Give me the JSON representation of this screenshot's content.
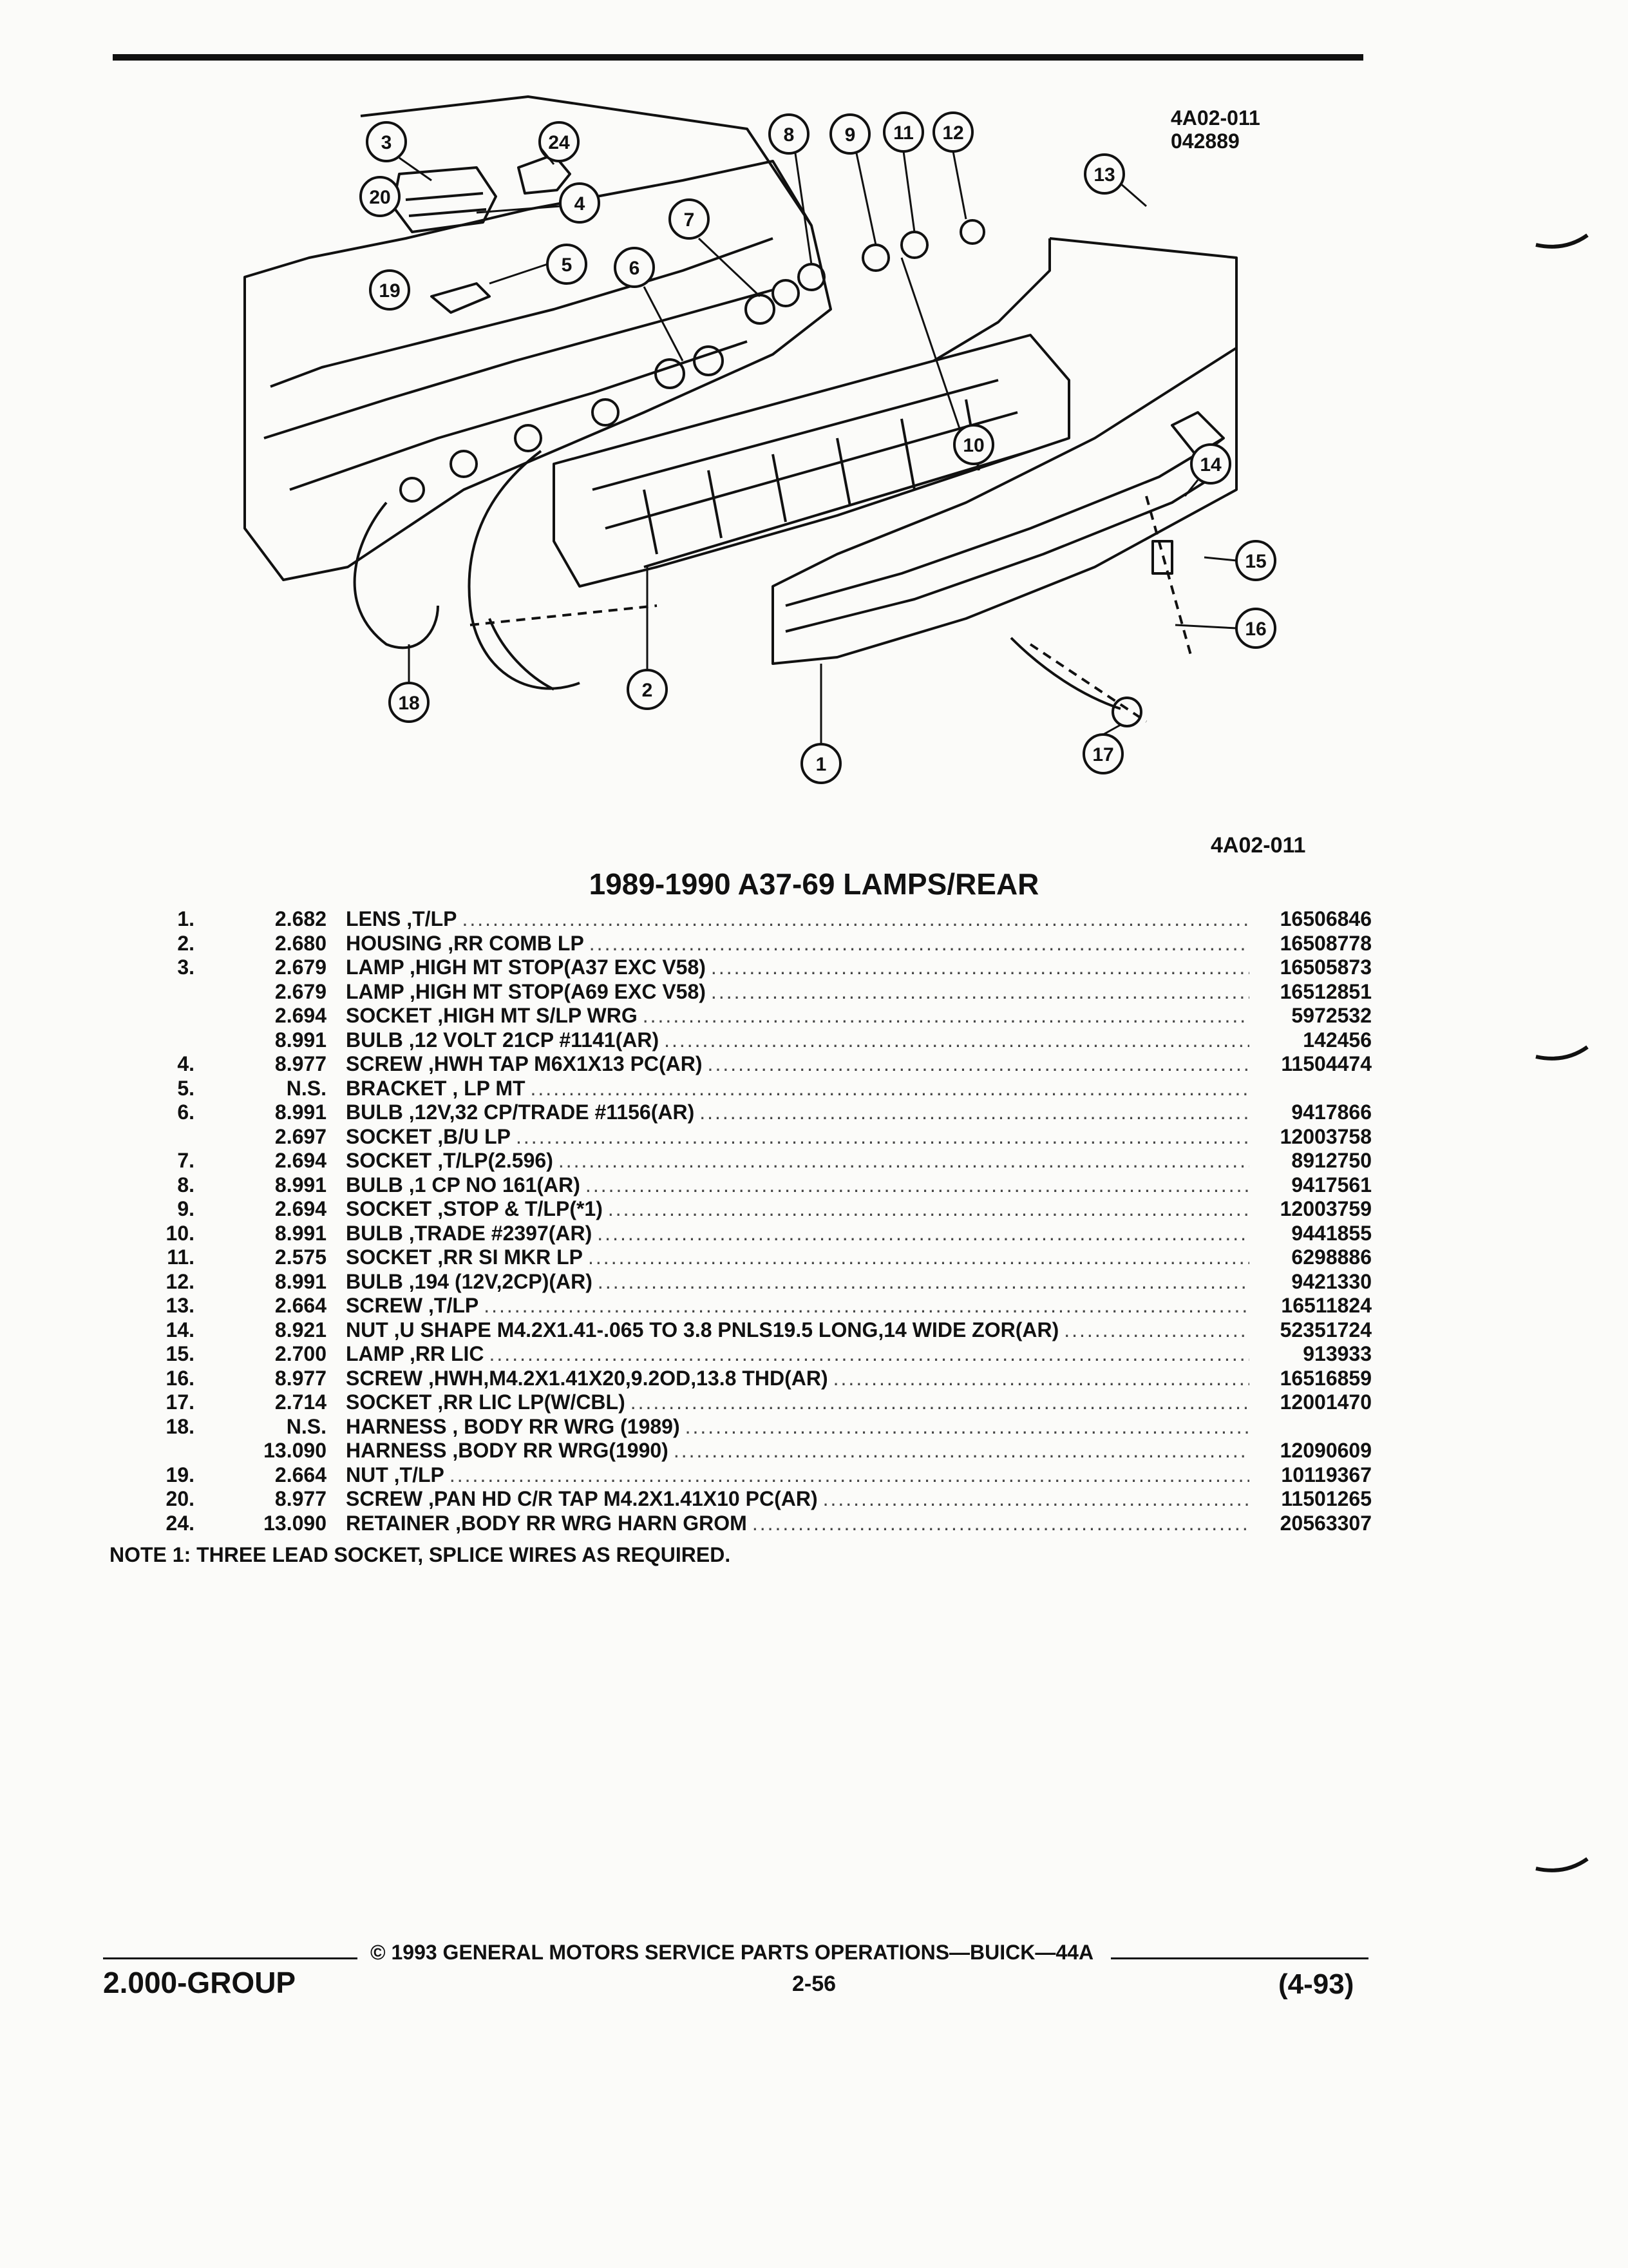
{
  "figure": {
    "ref_lines": [
      "4A02-011",
      "042889"
    ],
    "ref_bottom": "4A02-011",
    "callouts": [
      "1",
      "2",
      "3",
      "4",
      "5",
      "6",
      "7",
      "8",
      "9",
      "10",
      "11",
      "12",
      "13",
      "14",
      "15",
      "16",
      "17",
      "18",
      "19",
      "20",
      "24"
    ]
  },
  "title": "1989-1990 A37-69 LAMPS/REAR",
  "parts": [
    {
      "item": "1.",
      "group": "2.682",
      "desc": "LENS ,T/LP",
      "pn": "16506846"
    },
    {
      "item": "2.",
      "group": "2.680",
      "desc": "HOUSING ,RR COMB LP",
      "pn": "16508778"
    },
    {
      "item": "3.",
      "group": "2.679",
      "desc": "LAMP ,HIGH MT STOP(A37 EXC V58)",
      "pn": "16505873"
    },
    {
      "item": "",
      "group": "2.679",
      "desc": "LAMP ,HIGH MT STOP(A69 EXC V58)",
      "pn": "16512851"
    },
    {
      "item": "",
      "group": "2.694",
      "desc": "SOCKET ,HIGH MT S/LP WRG",
      "pn": "5972532"
    },
    {
      "item": "",
      "group": "8.991",
      "desc": "BULB ,12 VOLT 21CP #1141(AR)",
      "pn": "142456"
    },
    {
      "item": "4.",
      "group": "8.977",
      "desc": "SCREW ,HWH TAP M6X1X13 PC(AR)",
      "pn": "11504474"
    },
    {
      "item": "5.",
      "group": "N.S.",
      "desc": "BRACKET , LP MT",
      "pn": ""
    },
    {
      "item": "6.",
      "group": "8.991",
      "desc": "BULB ,12V,32 CP/TRADE #1156(AR)",
      "pn": "9417866"
    },
    {
      "item": "",
      "group": "2.697",
      "desc": "SOCKET ,B/U LP",
      "pn": "12003758"
    },
    {
      "item": "7.",
      "group": "2.694",
      "desc": "SOCKET ,T/LP(2.596)",
      "pn": "8912750"
    },
    {
      "item": "8.",
      "group": "8.991",
      "desc": "BULB ,1 CP NO 161(AR)",
      "pn": "9417561"
    },
    {
      "item": "9.",
      "group": "2.694",
      "desc": "SOCKET ,STOP & T/LP(*1)",
      "pn": "12003759"
    },
    {
      "item": "10.",
      "group": "8.991",
      "desc": "BULB ,TRADE #2397(AR)",
      "pn": "9441855"
    },
    {
      "item": "11.",
      "group": "2.575",
      "desc": "SOCKET ,RR SI MKR LP",
      "pn": "6298886"
    },
    {
      "item": "12.",
      "group": "8.991",
      "desc": "BULB ,194 (12V,2CP)(AR)",
      "pn": "9421330"
    },
    {
      "item": "13.",
      "group": "2.664",
      "desc": "SCREW ,T/LP",
      "pn": "16511824"
    },
    {
      "item": "14.",
      "group": "8.921",
      "desc": "NUT ,U SHAPE M4.2X1.41-.065 TO 3.8 PNLS19.5 LONG,14 WIDE ZOR(AR)",
      "pn": "52351724"
    },
    {
      "item": "15.",
      "group": "2.700",
      "desc": "LAMP ,RR LIC",
      "pn": "913933"
    },
    {
      "item": "16.",
      "group": "8.977",
      "desc": "SCREW ,HWH,M4.2X1.41X20,9.2OD,13.8 THD(AR)",
      "pn": "16516859"
    },
    {
      "item": "17.",
      "group": "2.714",
      "desc": "SOCKET ,RR LIC LP(W/CBL)",
      "pn": "12001470"
    },
    {
      "item": "18.",
      "group": "N.S.",
      "desc": "HARNESS , BODY RR WRG (1989)",
      "pn": ""
    },
    {
      "item": "",
      "group": "13.090",
      "desc": "HARNESS ,BODY RR WRG(1990)",
      "pn": "12090609"
    },
    {
      "item": "19.",
      "group": "2.664",
      "desc": "NUT ,T/LP",
      "pn": "10119367"
    },
    {
      "item": "20.",
      "group": "8.977",
      "desc": "SCREW ,PAN HD C/R TAP M4.2X1.41X10 PC(AR)",
      "pn": "11501265"
    },
    {
      "item": "24.",
      "group": "13.090",
      "desc": "RETAINER ,BODY RR WRG HARN GROM",
      "pn": "20563307"
    }
  ],
  "note": "NOTE  1:  THREE LEAD SOCKET, SPLICE WIRES AS REQUIRED.",
  "footer": {
    "copyright": "© 1993  GENERAL MOTORS SERVICE PARTS OPERATIONS—BUICK—44A",
    "group": "2.000-GROUP",
    "page": "2-56",
    "date": "(4-93)"
  }
}
